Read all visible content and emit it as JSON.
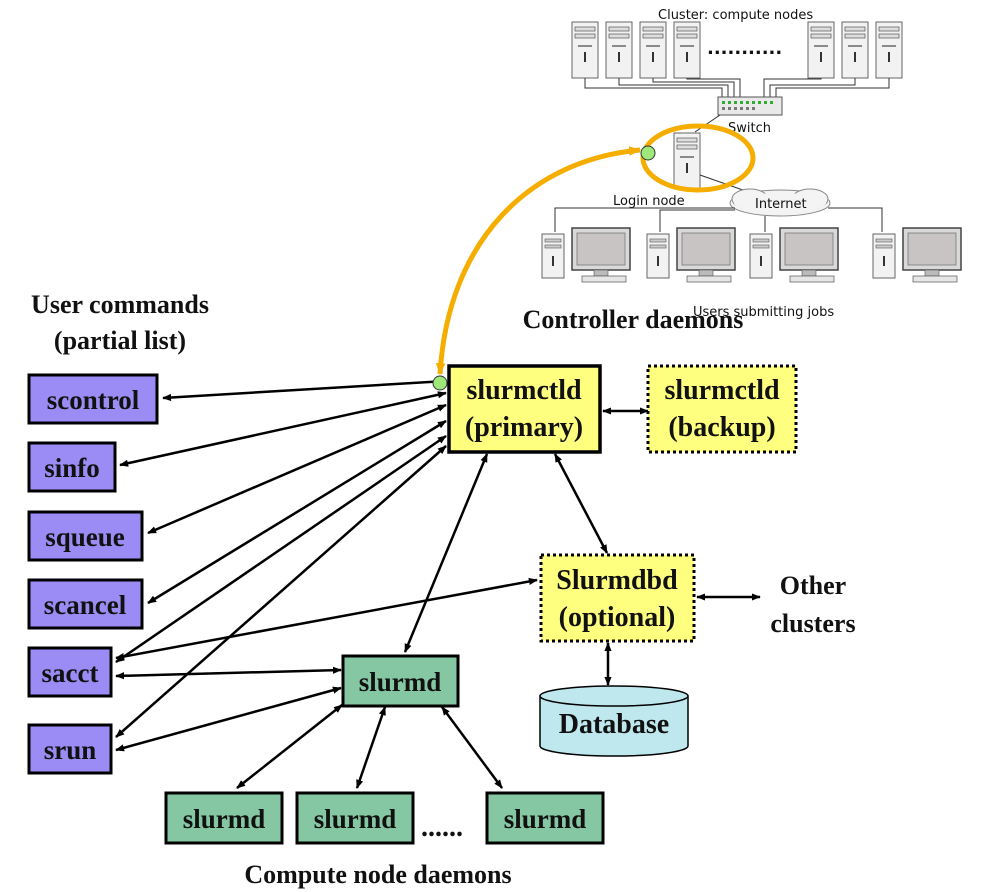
{
  "top_cluster": {
    "cluster_label": "Cluster: compute nodes",
    "switch_label": "Switch",
    "login_label": "Login node",
    "internet_label": "Internet",
    "users_label": "Users submitting jobs",
    "dots": "..........."
  },
  "headings": {
    "user_commands_line1": "User commands",
    "user_commands_line2": "(partial list)",
    "controller_daemons": "Controller daemons",
    "compute_node_daemons": "Compute node daemons",
    "other_clusters_line1": "Other",
    "other_clusters_line2": "clusters"
  },
  "commands": [
    "scontrol",
    "sinfo",
    "squeue",
    "scancel",
    "sacct",
    "srun"
  ],
  "controller": {
    "primary_line1": "slurmctld",
    "primary_line2": "(primary)",
    "backup_line1": "slurmctld",
    "backup_line2": "(backup)"
  },
  "dbd": {
    "line1": "Slurmdbd",
    "line2": "(optional)",
    "database": "Database"
  },
  "compute": {
    "main": "slurmd",
    "nodes": [
      "slurmd",
      "slurmd",
      "slurmd"
    ],
    "dots": "......"
  },
  "colors": {
    "command_fill": "#9a8cf4",
    "controller_fill": "#ffff7f",
    "slurmd_fill": "#84c7a2",
    "database_fill": "#bfe7ee",
    "highlight": "#f5ae00",
    "green_dot": "#9ee87a"
  }
}
